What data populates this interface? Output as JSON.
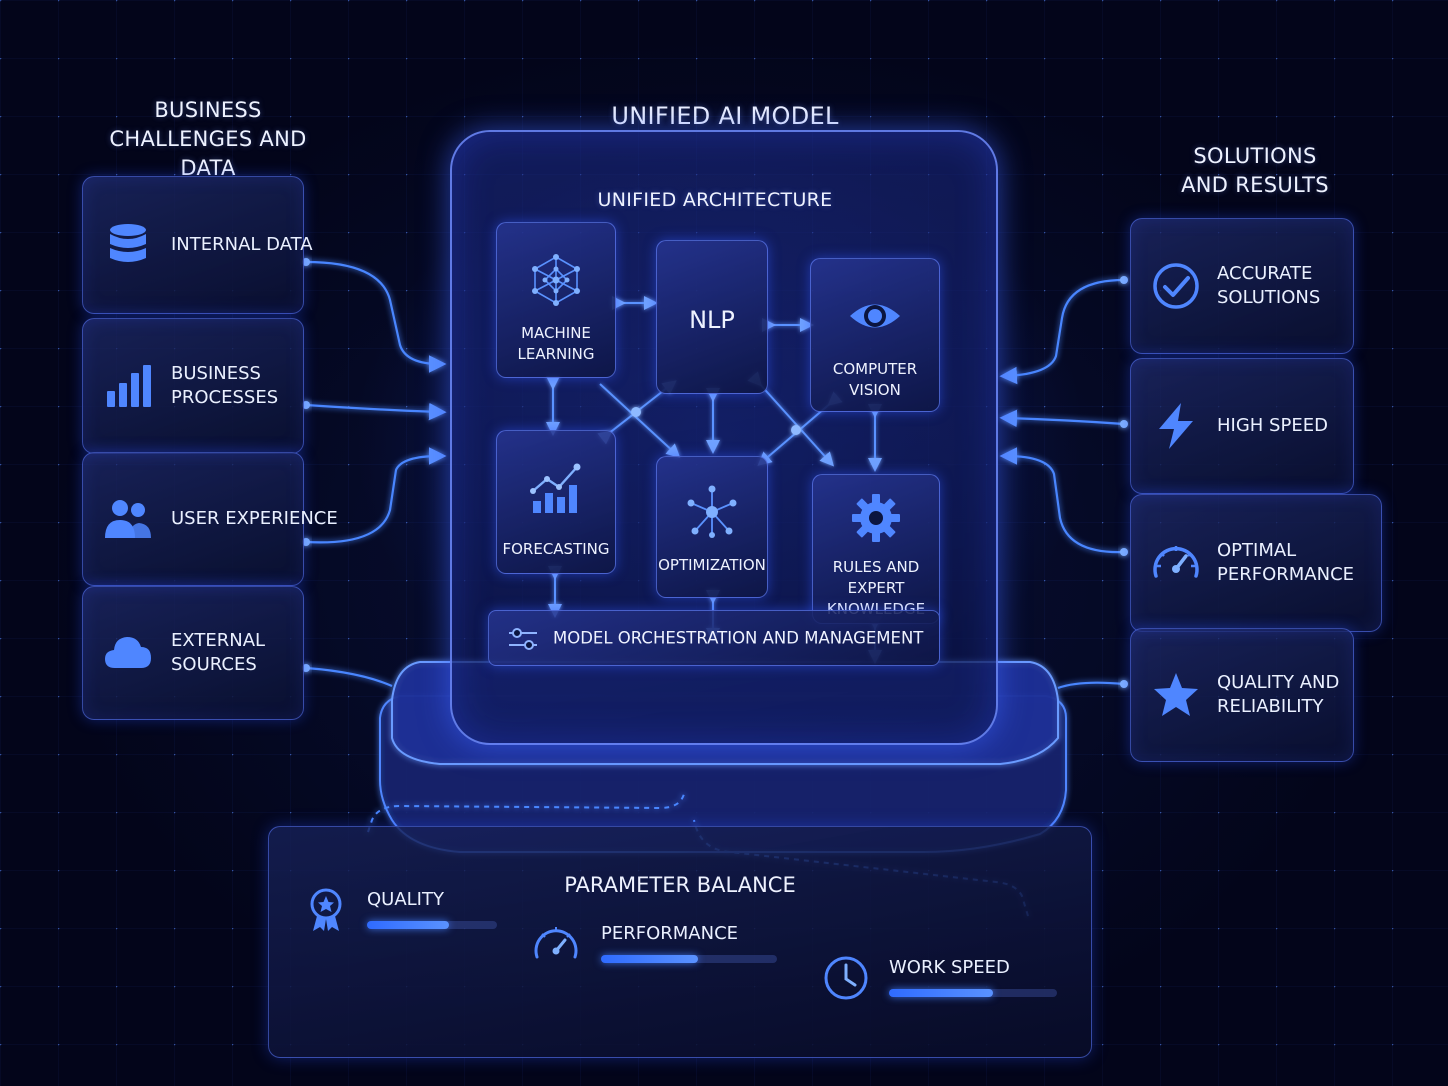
{
  "left": {
    "title": "Business challenges and data",
    "items": [
      {
        "label": "Internal data",
        "icon": "database-icon"
      },
      {
        "label": "Business processes",
        "icon": "bar-chart-icon"
      },
      {
        "label": "User experience",
        "icon": "users-icon"
      },
      {
        "label": "External sources",
        "icon": "cloud-icon"
      }
    ]
  },
  "center": {
    "title": "Unified AI model",
    "architecture_title": "Unified architecture",
    "modules": [
      {
        "label": "Machine learning",
        "icon": "neural-network-icon"
      },
      {
        "label": "NLP",
        "icon": ""
      },
      {
        "label": "Computer vision",
        "icon": "eye-icon"
      },
      {
        "label": "Forecasting",
        "icon": "trend-chart-icon"
      },
      {
        "label": "Optimization",
        "icon": "node-graph-icon"
      },
      {
        "label": "Rules and expert knowledge",
        "icon": "gear-icon"
      }
    ],
    "orchestration": {
      "label": "Model orchestration and management",
      "icon": "sliders-icon"
    }
  },
  "right": {
    "title": "Solutions and results",
    "items": [
      {
        "label": "Accurate solutions",
        "icon": "check-circle-icon"
      },
      {
        "label": "High speed",
        "icon": "lightning-icon"
      },
      {
        "label": "Optimal performance",
        "icon": "speedometer-icon"
      },
      {
        "label": "Quality and reliability",
        "icon": "star-icon"
      }
    ]
  },
  "parameter_balance": {
    "title": "Parameter balance",
    "items": [
      {
        "label": "Quality",
        "icon": "award-icon",
        "level": 0.63
      },
      {
        "label": "Performance",
        "icon": "gauge-icon",
        "level": 0.55
      },
      {
        "label": "Work speed",
        "icon": "clock-icon",
        "level": 0.62
      }
    ]
  },
  "colors": {
    "accent": "#3a6dff",
    "glow": "#4f86ff",
    "background": "#03051a",
    "text": "#eaf0ff"
  }
}
